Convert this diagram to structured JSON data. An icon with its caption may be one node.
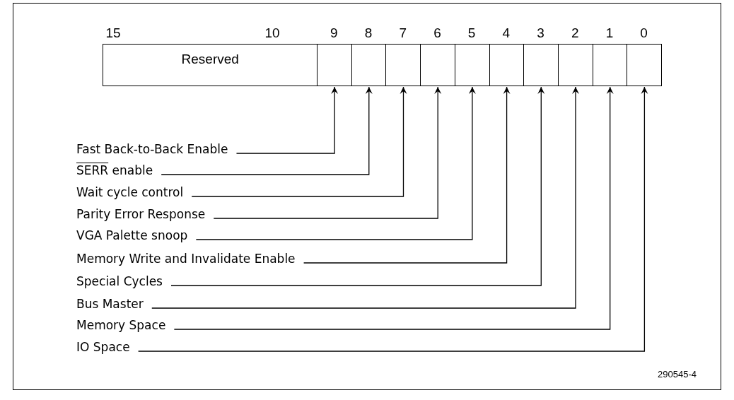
{
  "diagram": {
    "nodes": [
      {
        "text": [
          "Reserved"
        ]
      },
      {
        "text": [],
        "shape": "box"
      },
      {
        "text": [],
        "shape": "box"
      },
      {
        "text": [],
        "shape": "box"
      },
      {
        "text": [],
        "shape": "box"
      },
      {
        "text": [],
        "shape": "box"
      },
      {
        "text": [],
        "shape": "box"
      },
      {
        "text": [],
        "shape": "box"
      },
      {
        "text": [],
        "shape": "box"
      },
      {
        "text": [],
        "shape": "box"
      },
      {
        "text": [],
        "shape": "box"
      },
      {
        "text": [
          "Fast Back-to-Back Enable"
        ]
      },
      {
        "text": [
          "SERR enable"
        ]
      },
      {
        "text": [
          "Wait cycle control"
        ]
      },
      {
        "text": [
          "Parity Error Response"
        ]
      },
      {
        "text": [
          "VGA Palette snoop"
        ]
      },
      {
        "text": [
          "Memory Write and Invalidate Enable"
        ]
      },
      {
        "text": [
          "Special Cycles"
        ]
      },
      {
        "text": [
          "Bus Master"
        ]
      },
      {
        "text": [
          "Memory Space"
        ]
      },
      {
        "text": [
          "IO Space"
        ]
      }
    ],
    "edges": [
      {
        "from": 11,
        "to": 1,
        "arrow": "to"
      },
      {
        "from": 12,
        "to": 2,
        "arrow": "to"
      },
      {
        "from": 13,
        "to": 3,
        "arrow": "to"
      },
      {
        "from": 14,
        "to": 4,
        "arrow": "to"
      },
      {
        "from": 15,
        "to": 5,
        "arrow": "to"
      },
      {
        "from": 16,
        "to": 6,
        "arrow": "to"
      },
      {
        "from": 17,
        "to": 7,
        "arrow": "to"
      },
      {
        "from": 18,
        "to": 8,
        "arrow": "to"
      },
      {
        "from": 19,
        "to": 9,
        "arrow": "to"
      },
      {
        "from": 20,
        "to": 10,
        "arrow": "to"
      }
    ],
    "labels": [
      "15",
      "10",
      "9",
      "8",
      "7",
      "6",
      "5",
      "4",
      "3",
      "2",
      "1",
      "0",
      "290545-4"
    ]
  }
}
